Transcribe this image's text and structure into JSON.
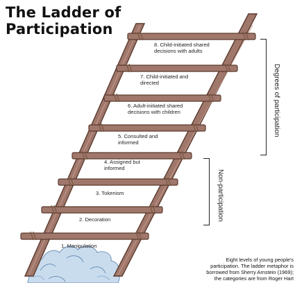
{
  "title": {
    "line1": "The Ladder of",
    "line2": "Participation"
  },
  "rungs": [
    {
      "number": 8,
      "lines": [
        "8. Child-initiated shared",
        "decisions with adults"
      ]
    },
    {
      "number": 7,
      "lines": [
        "7. Child-initiated and",
        "directed"
      ]
    },
    {
      "number": 6,
      "lines": [
        "6. Adult-initiated shared",
        "decisions with children"
      ]
    },
    {
      "number": 5,
      "lines": [
        "5. Consulted and",
        "informed"
      ]
    },
    {
      "number": 4,
      "lines": [
        "4. Assigned but",
        "informed"
      ]
    },
    {
      "number": 3,
      "lines": [
        "3. Tokenism"
      ]
    },
    {
      "number": 2,
      "lines": [
        "2. Decoration"
      ]
    },
    {
      "number": 1,
      "lines": [
        "1. Manipulation"
      ]
    }
  ],
  "groups": {
    "upper": "Degrees of participation",
    "lower": "Non-participation"
  },
  "caption": [
    "Eight levels of young people's",
    "participation. The ladder metaphor is",
    "borrowed from Sherry Arnstein (1969);",
    "the categories are from Roger Hart"
  ],
  "colors": {
    "wood": "#a0776b",
    "wood_dark": "#5a3a2e",
    "wood_light": "#c79e8e",
    "rope": "#7b5a45",
    "water": "#a9c6e0",
    "water_dark": "#6f93b6"
  }
}
